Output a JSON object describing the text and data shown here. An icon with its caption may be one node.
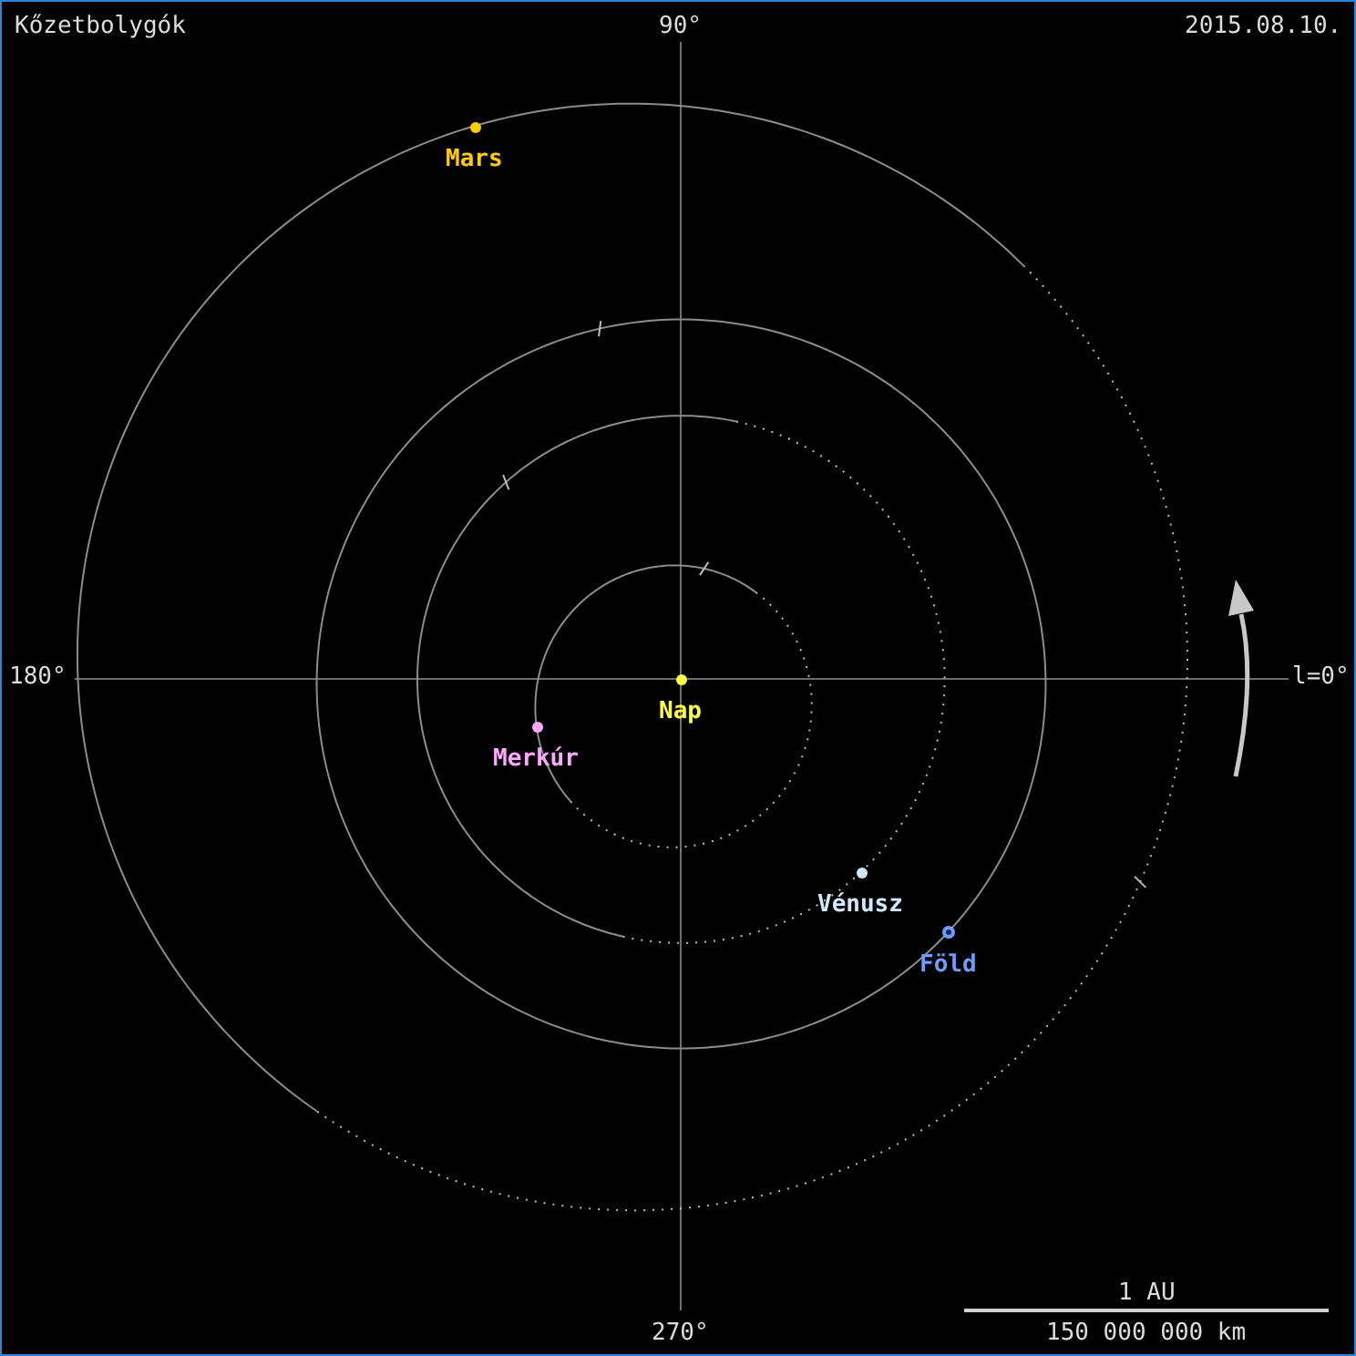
{
  "diagram": {
    "title": "Kőzetbolygók",
    "nodes": [
      {
        "text": [],
        "shape": "circle",
        "beside": [
          "Mars"
        ]
      },
      {
        "text": [],
        "shape": "circle",
        "beside": [
          "Nap"
        ]
      },
      {
        "text": [],
        "shape": "circle",
        "beside": [
          "Merkúr"
        ]
      },
      {
        "text": [],
        "shape": "circle",
        "beside": [
          "Vénusz"
        ]
      },
      {
        "text": [],
        "shape": "circle",
        "beside": [
          "Föld"
        ]
      }
    ],
    "labels": [
      "90°",
      "2015.08.10.",
      "180°",
      "l=0°",
      "270°",
      "1 AU",
      "150 000 000 km"
    ]
  }
}
